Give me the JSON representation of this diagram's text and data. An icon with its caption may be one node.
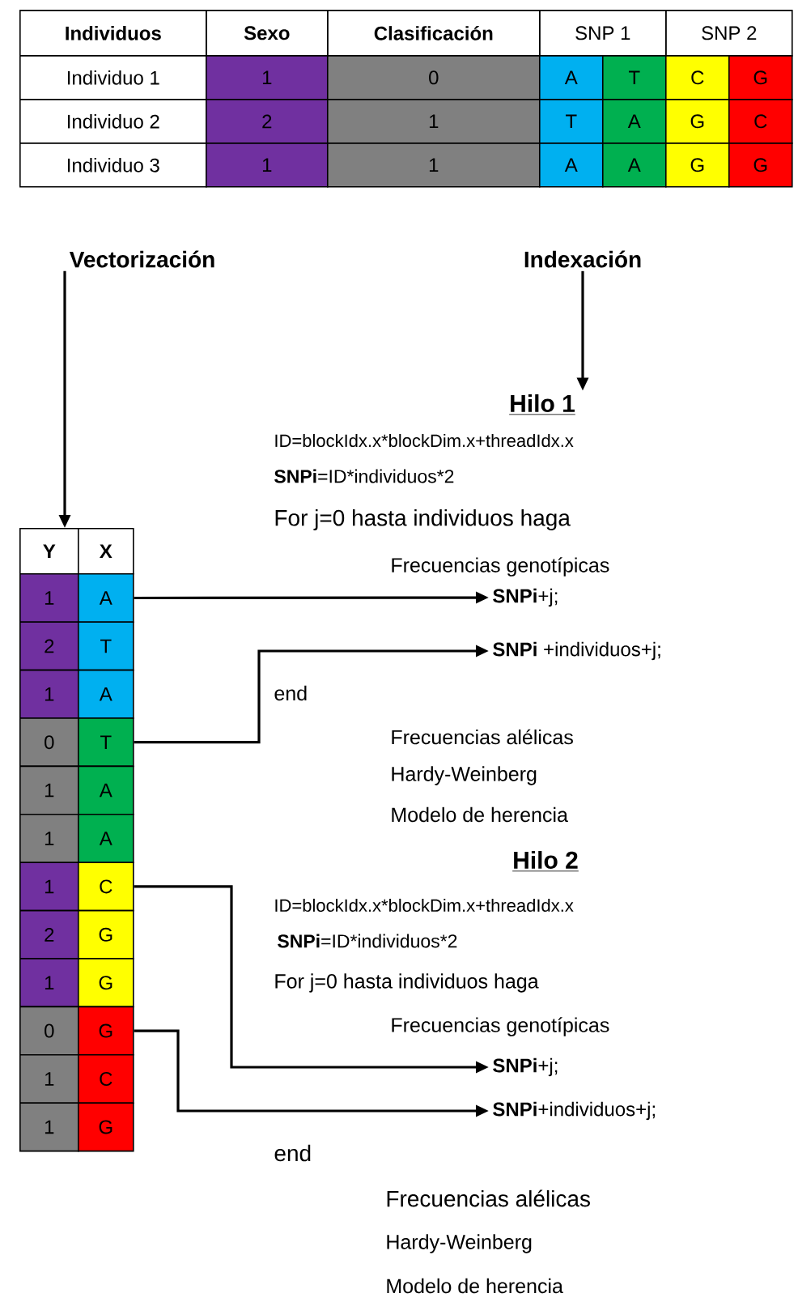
{
  "diagram": {
    "nodes": [
      {
        "text": [
          "Vectorización"
        ]
      },
      {
        "text": [
          "Indexación"
        ]
      },
      {
        "text": [
          "Hilo 1"
        ]
      },
      {
        "text": [
          "Y"
        ]
      },
      {
        "text": [
          "X"
        ]
      },
      {
        "text": [
          "1"
        ]
      },
      {
        "text": [
          "A"
        ]
      },
      {
        "text": [
          "2"
        ]
      },
      {
        "text": [
          "T"
        ]
      },
      {
        "text": [
          "1"
        ]
      },
      {
        "text": [
          "A"
        ]
      },
      {
        "text": [
          "0"
        ]
      },
      {
        "text": [
          "T"
        ]
      },
      {
        "text": [
          "1"
        ]
      },
      {
        "text": [
          "A"
        ]
      },
      {
        "text": [
          "1"
        ]
      },
      {
        "text": [
          "A"
        ]
      },
      {
        "text": [
          "1"
        ]
      },
      {
        "text": [
          "C"
        ]
      },
      {
        "text": [
          "2"
        ]
      },
      {
        "text": [
          "G"
        ]
      },
      {
        "text": [
          "1"
        ]
      },
      {
        "text": [
          "G"
        ]
      },
      {
        "text": [
          "0"
        ]
      },
      {
        "text": [
          "G"
        ]
      },
      {
        "text": [
          "1"
        ]
      },
      {
        "text": [
          "C"
        ]
      },
      {
        "text": [
          "1"
        ]
      },
      {
        "text": [
          "G"
        ]
      },
      {
        "text": [
          "**SNPi**+j;"
        ]
      },
      {
        "text": [
          "**SNPi** +individuos+j;"
        ]
      },
      {
        "text": [
          "**SNPi**+j;"
        ]
      },
      {
        "text": [
          "**SNPi**+individuos+j;"
        ]
      }
    ],
    "edges": [
      {
        "from": 0,
        "to": 3,
        "arrow": "to"
      },
      {
        "from": 1,
        "to": 2,
        "arrow": "to"
      },
      {
        "from": 6,
        "to": 29,
        "arrow": "to"
      },
      {
        "from": 12,
        "to": 30,
        "arrow": "to"
      },
      {
        "from": 18,
        "to": 31,
        "arrow": "to"
      },
      {
        "from": 24,
        "to": 32,
        "arrow": "to"
      }
    ],
    "labels": [
      "Individuos",
      "Sexo",
      "Clasificación",
      "SNP 1",
      "SNP 2",
      "Individuo 1",
      "1",
      "0",
      "A",
      "T",
      "C",
      "G",
      "Individuo 2",
      "2",
      "1",
      "T",
      "A",
      "G",
      "C",
      "Individuo 3",
      "1",
      "1",
      "A",
      "A",
      "G",
      "G",
      "ID=blockIdx.x*blockDim.x+threadIdx.x",
      "**SNPi**=ID*individuos*2",
      "For j=0 hasta individuos haga",
      "Frecuencias genotípicas",
      "end",
      "Frecuencias alélicas",
      "Hardy-Weinberg",
      "Modelo de herencia",
      "Hilo 2",
      "ID=blockIdx.x*blockDim.x+threadIdx.x",
      "**SNPi**=ID*individuos*2",
      "For j=0 hasta individuos haga",
      "Frecuencias genotípicas",
      "end",
      "Frecuencias alélicas",
      "Hardy-Weinberg",
      "Modelo de herencia"
    ]
  }
}
